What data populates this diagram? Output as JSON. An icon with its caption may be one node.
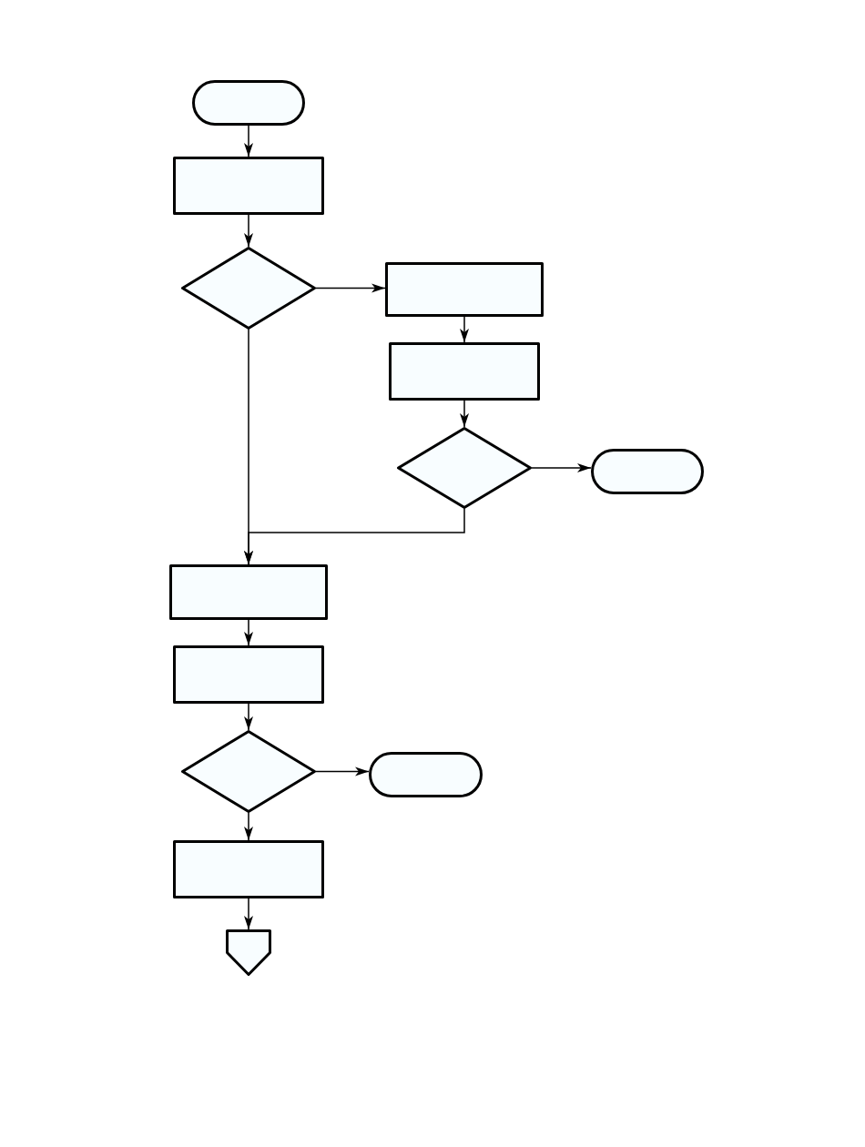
{
  "diagram": {
    "nodes": [
      {
        "text": [],
        "shape": "stadium"
      },
      {
        "text": [],
        "shape": "box"
      },
      {
        "text": [],
        "shape": "diamond"
      },
      {
        "text": [],
        "shape": "box"
      },
      {
        "text": [],
        "shape": "box"
      },
      {
        "text": [],
        "shape": "diamond"
      },
      {
        "text": [],
        "shape": "stadium"
      },
      {
        "text": [],
        "shape": "box"
      },
      {
        "text": [],
        "shape": "box"
      },
      {
        "text": [],
        "shape": "diamond"
      },
      {
        "text": [],
        "shape": "stadium"
      },
      {
        "text": [],
        "shape": "box"
      },
      {
        "text": [],
        "shape": "pentagon"
      }
    ],
    "edges": [
      {
        "from": 0,
        "to": 1,
        "arrow": "to"
      },
      {
        "from": 1,
        "to": 2,
        "arrow": "to"
      },
      {
        "from": 2,
        "to": 3,
        "arrow": "to"
      },
      {
        "from": 3,
        "to": 4,
        "arrow": "to"
      },
      {
        "from": 4,
        "to": 5,
        "arrow": "to"
      },
      {
        "from": 5,
        "to": 6,
        "arrow": "to"
      },
      {
        "from": 2,
        "to": 7,
        "arrow": "to"
      },
      {
        "from": 5,
        "to": 7,
        "arrow": "to"
      },
      {
        "from": 7,
        "to": 8,
        "arrow": "to"
      },
      {
        "from": 8,
        "to": 9,
        "arrow": "to"
      },
      {
        "from": 9,
        "to": 10,
        "arrow": "to"
      },
      {
        "from": 9,
        "to": 11,
        "arrow": "to"
      },
      {
        "from": 11,
        "to": 12,
        "arrow": "to"
      }
    ]
  }
}
